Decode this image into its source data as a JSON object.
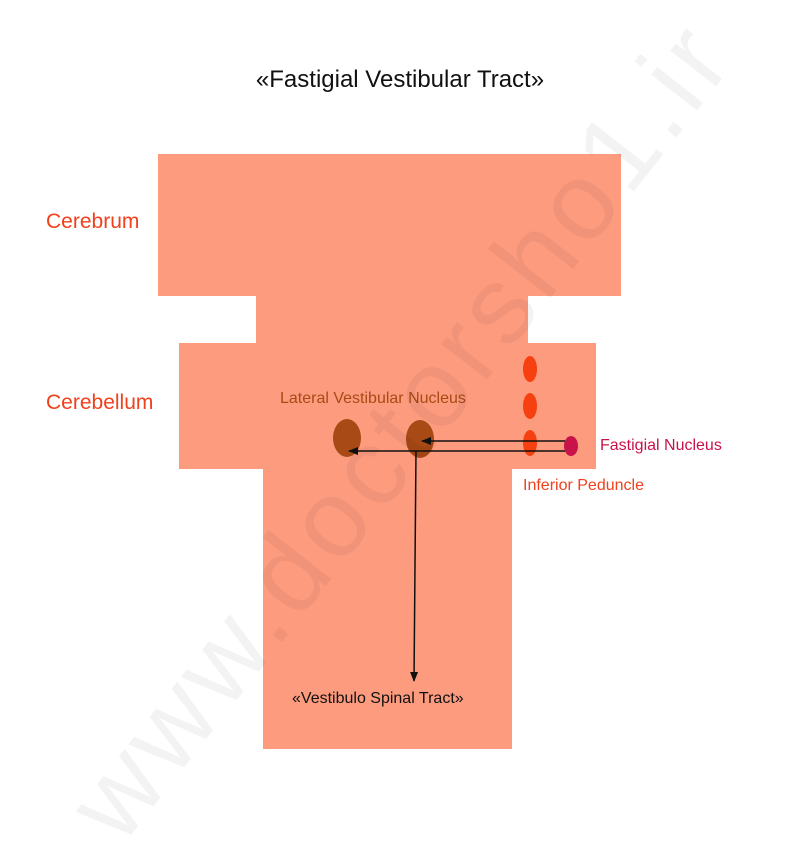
{
  "title": "«Fastigial Vestibular Tract»",
  "regions": {
    "cerebrum": "Cerebrum",
    "cerebellum": "Cerebellum"
  },
  "nodes": {
    "lateral_vestibular_nucleus": "Lateral Vestibular Nucleus",
    "fastigial_nucleus": "Fastigial Nucleus",
    "inferior_peduncle": "Inferior Peduncle"
  },
  "tract": "«Vestibulo Spinal Tract»",
  "watermark": "www.doctorsho1.ir",
  "colors": {
    "brain_fill": "#fd9b7e",
    "region_label": "#f0411c",
    "nucleus_brown": "#a84a16",
    "fastigial_nucleus": "#c8134a",
    "peduncle_dots": "#f7400f",
    "arrow": "#111111"
  }
}
